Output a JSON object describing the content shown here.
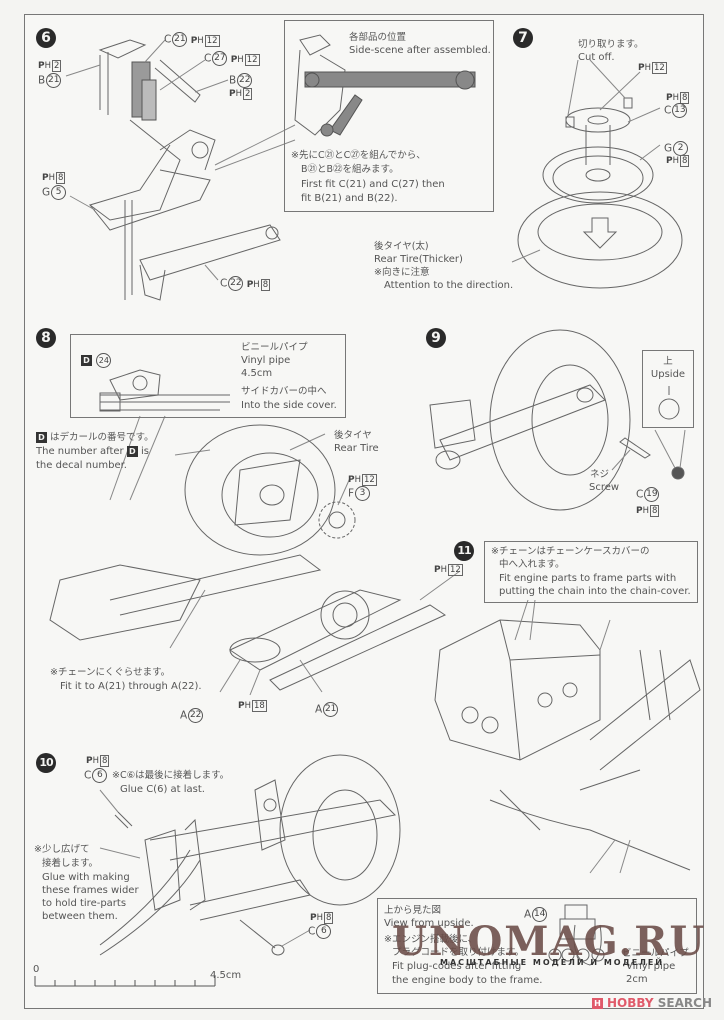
{
  "steps": {
    "s6": {
      "number": "6",
      "labels": {
        "c21": {
          "letter": "C",
          "num": "21",
          "ph": "12"
        },
        "c27": {
          "letter": "C",
          "num": "27",
          "ph": "12"
        },
        "b21": {
          "letter": "B",
          "num": "21",
          "ph": "2"
        },
        "b22": {
          "letter": "B",
          "num": "22",
          "ph": "2"
        },
        "g5": {
          "letter": "G",
          "num": "5",
          "ph": "8"
        },
        "c22": {
          "letter": "C",
          "num": "22",
          "ph": "8"
        }
      },
      "inset": {
        "title_jp": "各部品の位置",
        "title_en": "Side-scene after assembled.",
        "note_jp_1": "※先にC㉑とC㉗を組んでから、",
        "note_jp_2": "B㉑とB㉒を組みます。",
        "note_en_1": "First fit C(21) and C(27) then",
        "note_en_2": "fit B(21) and B(22)."
      }
    },
    "s7": {
      "number": "7",
      "cut_jp": "切り取ります。",
      "cut_en": "Cut off.",
      "ph12": "12",
      "c13": {
        "letter": "C",
        "num": "13",
        "ph": "8"
      },
      "g2": {
        "letter": "G",
        "num": "2",
        "ph": "8"
      },
      "tire_jp": "後タイヤ(太)",
      "tire_en": "Rear Tire(Thicker)",
      "attn_jp": "※向きに注意",
      "attn_en": "Attention to the direction."
    },
    "s8": {
      "number": "8",
      "inset": {
        "decal_letter": "D",
        "decal_num": "24",
        "pipe_jp": "ビニールパイプ",
        "pipe_en": "Vinyl pipe",
        "pipe_len": "4.5cm",
        "cover_jp": "サイドカバーの中へ",
        "cover_en": "Into the side cover."
      },
      "decal_note_jp": "はデカールの番号です。",
      "decal_note_en_1": "The number after",
      "decal_note_en_2": "is",
      "decal_note_en_3": "the decal number.",
      "rear_tire_jp": "後タイヤ",
      "rear_tire_en": "Rear Tire",
      "f3": {
        "letter": "F",
        "num": "3",
        "ph": "12"
      },
      "ph12_right": "12",
      "chain_jp": "※チェーンにくぐらせます。",
      "chain_en": "Fit it to A(21) through A(22).",
      "a22": {
        "letter": "A",
        "num": "22"
      },
      "ph18": "18",
      "a21": {
        "letter": "A",
        "num": "21"
      }
    },
    "s9": {
      "number": "9",
      "upside_jp": "上",
      "upside_en": "Upside",
      "screw_jp": "ネジ",
      "screw_en": "Screw",
      "c19": {
        "letter": "C",
        "num": "19",
        "ph": "8"
      }
    },
    "s10": {
      "number": "10",
      "c6_top": {
        "letter": "C",
        "num": "6",
        "ph": "8"
      },
      "glue_jp": "※C⑥は最後に接着します。",
      "glue_en": "Glue C(6) at last.",
      "widen_jp_1": "※少し広げて",
      "widen_jp_2": "接着します。",
      "widen_en_1": "Glue with making",
      "widen_en_2": "these frames wider",
      "widen_en_3": "to hold tire-parts",
      "widen_en_4": "between them.",
      "c6_bottom": {
        "letter": "C",
        "num": "6",
        "ph": "8"
      },
      "scale_start": "0",
      "scale_end": "4.5cm"
    },
    "s11": {
      "number": "11",
      "callout_jp_1": "※チェーンはチェーンケースカバーの",
      "callout_jp_2": "中へ入れます。",
      "callout_en_1": "Fit engine parts to frame parts with",
      "callout_en_2": "putting the chain into the chain-cover.",
      "inset": {
        "view_jp": "上から見た図",
        "view_en": "View from upside.",
        "note_jp_1": "※エンジン搭載後に、",
        "note_jp_2": "プラグコードを取り付けます。",
        "note_en_1": "Fit plug-codes after fitting",
        "note_en_2": "the engine body to the frame.",
        "a14": {
          "letter": "A",
          "num": "14"
        },
        "pipe_jp": "ビニールパイプ",
        "pipe_en": "Vinyl pipe",
        "pipe_len": "2cm"
      }
    }
  },
  "watermark": {
    "main": "UNOMAG.RU",
    "sub": "МАСШТАБНЫЕ МОДЕЛИ И МОДЕЛЕЙ"
  },
  "credit": {
    "brand_red": "HOBBY",
    "brand_gray": "SEARCH"
  }
}
